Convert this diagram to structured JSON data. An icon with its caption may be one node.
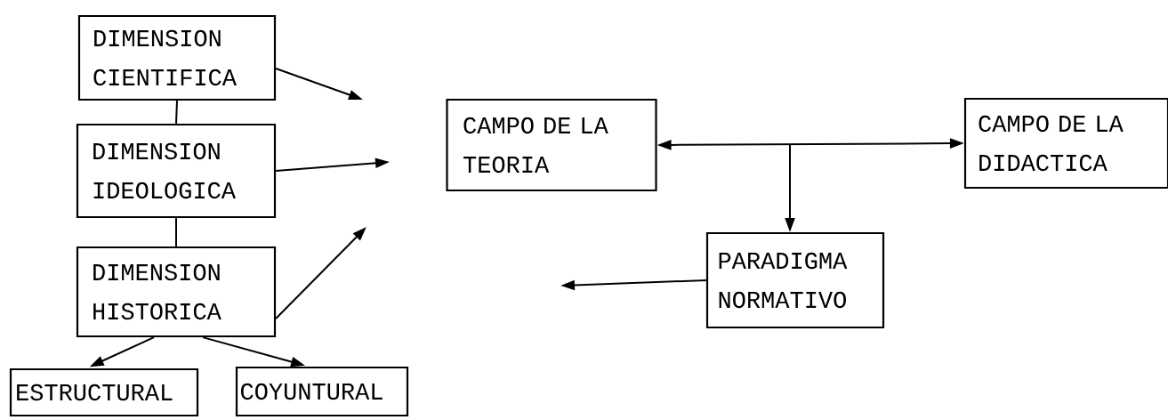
{
  "diagram": {
    "nodes": [
      {
        "text": [
          "DIMENSION CIENTIFICA"
        ]
      },
      {
        "text": [
          "DIMENSION IDEOLOGICA"
        ]
      },
      {
        "text": [
          "DIMENSION HISTORICA"
        ]
      },
      {
        "text": [
          "ESTRUCTURAL"
        ]
      },
      {
        "text": [
          "COYUNTURAL"
        ]
      },
      {
        "text": [
          "CAMPO DE LA TEORIA"
        ]
      },
      {
        "text": [
          "CAMPO DE LA DIDACTICA"
        ]
      },
      {
        "text": [
          "PARADIGMA NORMATIVO"
        ]
      }
    ],
    "edges": [
      {
        "from": 0,
        "to": 1,
        "arrow": "none"
      },
      {
        "from": 1,
        "to": 2,
        "arrow": "none"
      },
      {
        "from": 0,
        "to": null,
        "arrow": "to"
      },
      {
        "from": 1,
        "to": null,
        "arrow": "to"
      },
      {
        "from": 2,
        "to": null,
        "arrow": "to"
      },
      {
        "from": 2,
        "to": 3,
        "arrow": "to"
      },
      {
        "from": 2,
        "to": 4,
        "arrow": "to"
      },
      {
        "from": 5,
        "to": 6,
        "arrow": "both"
      },
      {
        "from": null,
        "to": 7,
        "arrow": "to"
      },
      {
        "from": 7,
        "to": null,
        "arrow": "to"
      }
    ]
  }
}
